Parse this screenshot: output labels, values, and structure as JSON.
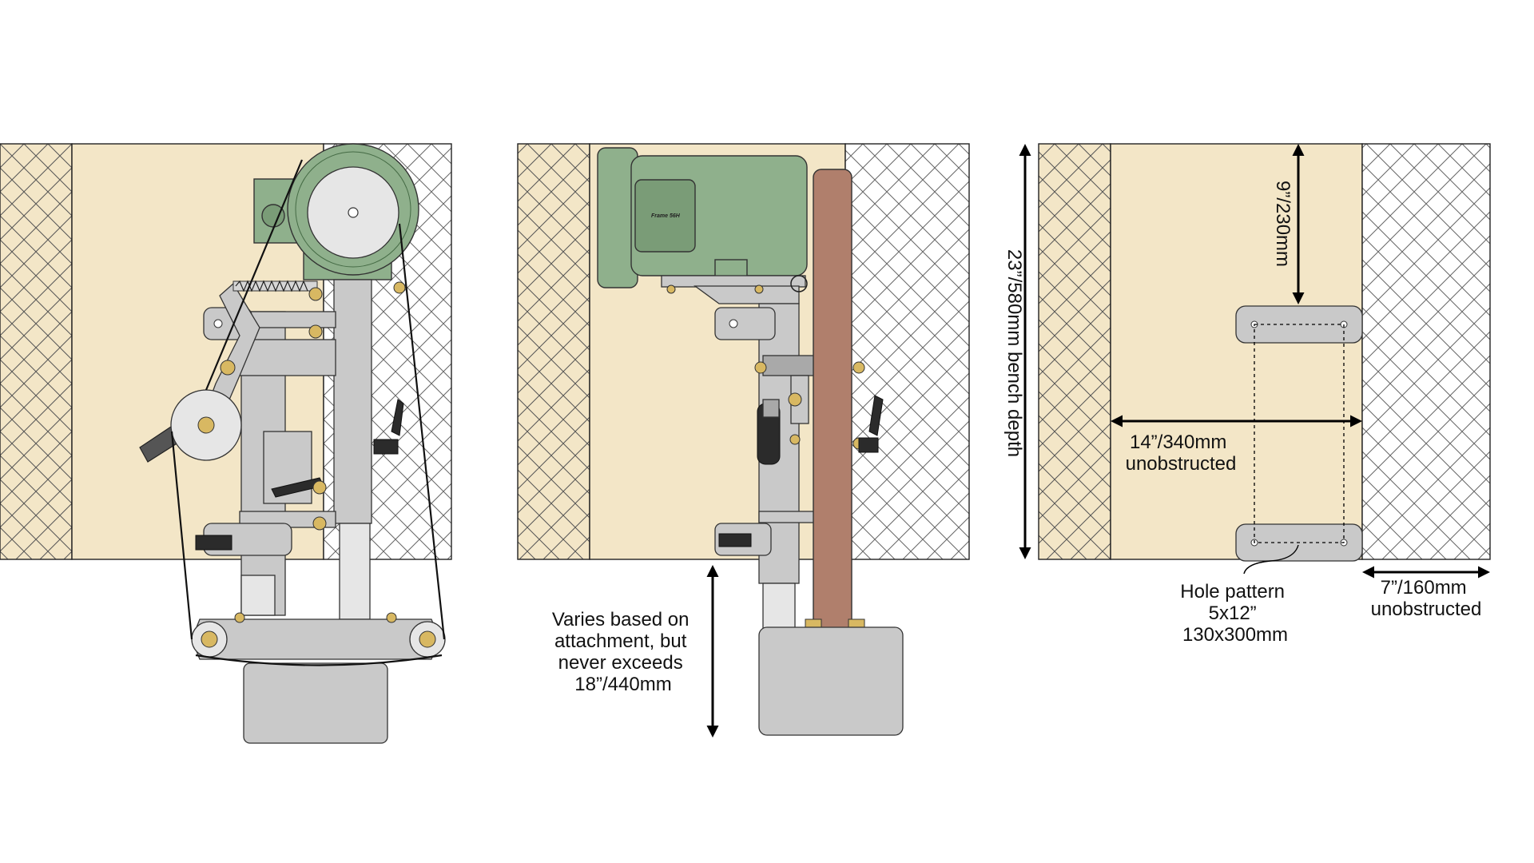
{
  "colors": {
    "bench": "#f3e6c7",
    "crosshatch_wood": "#f3e6c7",
    "crosshatch_wall": "#ffffff",
    "motor_green": "#8fb08c",
    "belt_platen": "#b07f6c",
    "metal": "#c9c9c9"
  },
  "side_view": {
    "motor_plate": "Frame 56H"
  },
  "annotations": {
    "attachment_clearance": [
      "Varies based on",
      "attachment, but",
      "never exceeds",
      "18”/440mm"
    ],
    "bench_depth": "23”/580mm bench depth",
    "top_clearance": "9”/230mm",
    "width_clearance": [
      "14”/340mm",
      "unobstructed"
    ],
    "hole_pattern": [
      "Hole pattern",
      "5x12”",
      "130x300mm"
    ],
    "side_clearance": [
      "7”/160mm",
      "unobstructed"
    ]
  },
  "icons": {
    "arrow": "double-headed-arrow"
  }
}
